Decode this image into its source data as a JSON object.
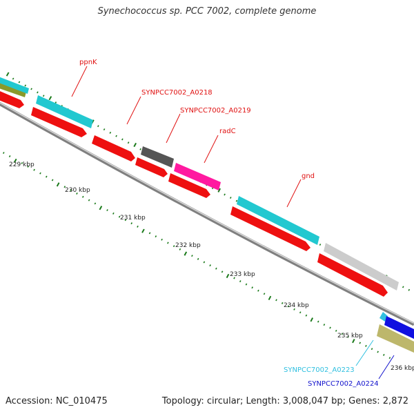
{
  "title": "Synechococcus sp. PCC 7002, complete genome",
  "footer": {
    "accession": "Accession: NC_010475",
    "summary": "Topology: circular; Length: 3,008,047 bp; Genes: 2,872"
  },
  "colors": {
    "backbone": "#888888",
    "tick": "#1a7a1a",
    "label_red": "#e01010",
    "label_cyan": "#30c0e0",
    "label_blue": "#1010cc",
    "gene_red": "#ee1010",
    "gene_cyan": "#22c8d0",
    "gene_gray": "#cccccc",
    "gene_darkgray": "#555555",
    "gene_magenta": "#ff1aa0",
    "gene_khaki": "#bdb76b",
    "gene_blue": "#1010e0",
    "gene_olive": "#8a9a2a"
  },
  "kbp_labels": [
    "229 kbp",
    "230 kbp",
    "231 kbp",
    "232 kbp",
    "233 kbp",
    "234 kbp",
    "235 kbp",
    "236 kbp"
  ],
  "gene_labels": [
    {
      "name": "ppnK",
      "color": "red"
    },
    {
      "name": "SYNPCC7002_A0218",
      "color": "red"
    },
    {
      "name": "SYNPCC7002_A0219",
      "color": "red"
    },
    {
      "name": "radC",
      "color": "red"
    },
    {
      "name": "gnd",
      "color": "red"
    },
    {
      "name": "SYNPCC7002_A0223",
      "color": "cyan"
    },
    {
      "name": "SYNPCC7002_A0224",
      "color": "blue"
    }
  ]
}
